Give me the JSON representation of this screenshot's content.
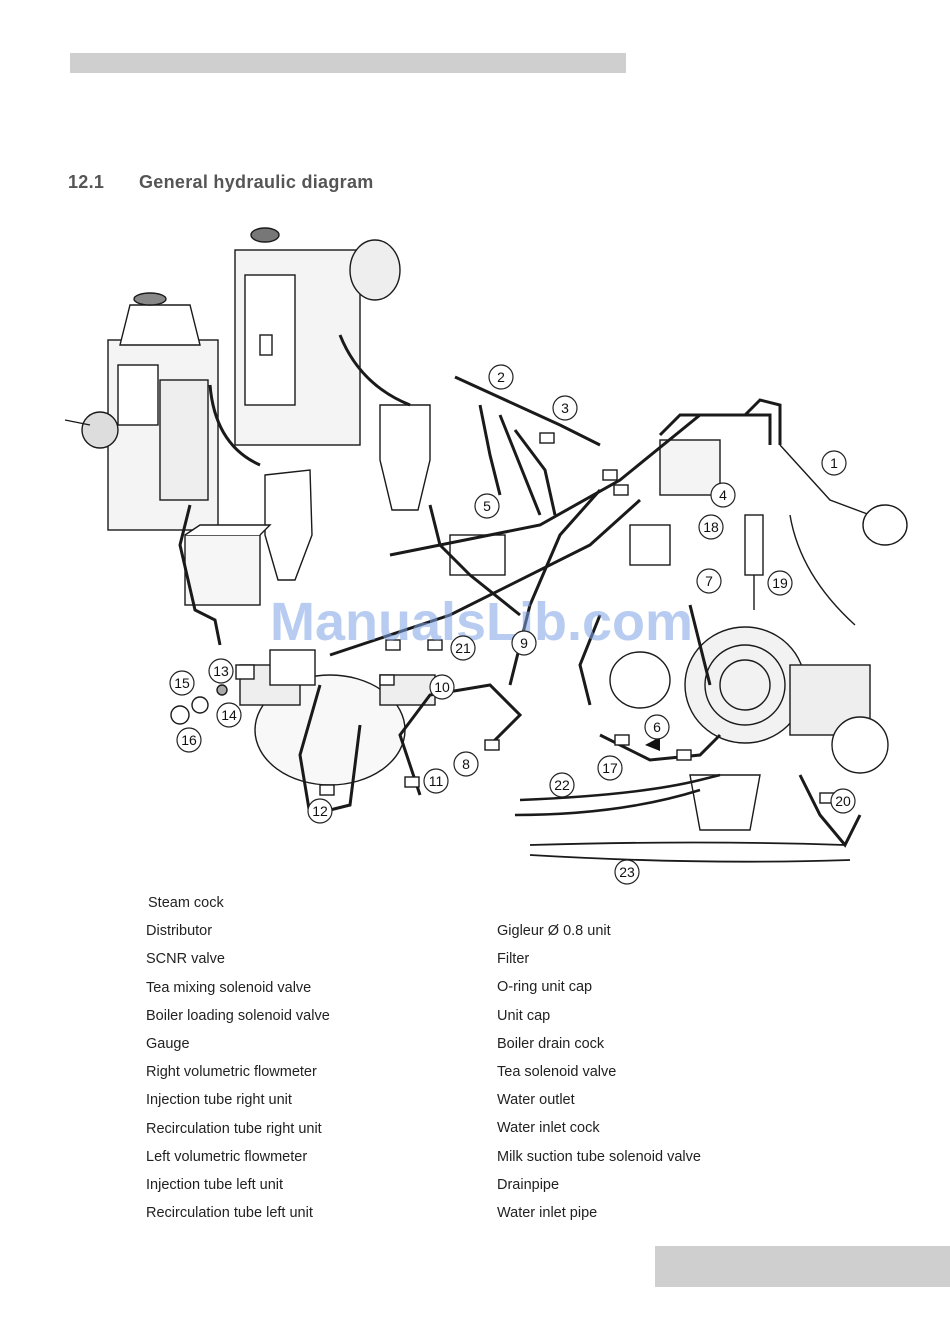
{
  "section": {
    "number": "12.1",
    "title": "General hydraulic diagram"
  },
  "watermark": "ManualsLib.com",
  "callouts": [
    "1",
    "2",
    "3",
    "4",
    "5",
    "6",
    "7",
    "8",
    "9",
    "10",
    "11",
    "12",
    "13",
    "14",
    "15",
    "16",
    "17",
    "18",
    "19",
    "20",
    "21",
    "22",
    "23"
  ],
  "legend_left": [
    "Steam cock",
    "Distributor",
    "SCNR valve",
    "Tea mixing solenoid valve",
    "Boiler loading solenoid valve",
    "Gauge",
    "Right volumetric flowmeter",
    "Injection tube right unit",
    "Recirculation tube right unit",
    "Left volumetric flowmeter",
    "Injection tube left unit",
    "Recirculation tube left unit"
  ],
  "legend_right": [
    "Gigleur Ø 0.8 unit",
    "Filter",
    "O-ring unit cap",
    "Unit cap",
    "Boiler drain cock",
    "Tea solenoid valve",
    "Water outlet",
    "Water inlet cock",
    "Milk suction tube solenoid valve",
    "Drainpipe",
    "Water inlet pipe"
  ]
}
